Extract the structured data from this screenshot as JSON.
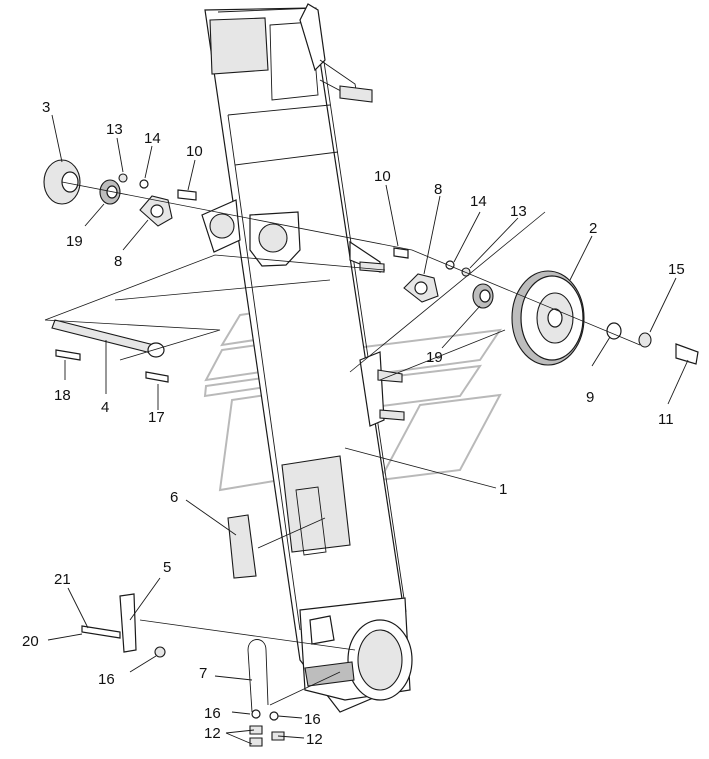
{
  "callouts": [
    {
      "key": "c3",
      "text": "3"
    },
    {
      "key": "c13a",
      "text": "13"
    },
    {
      "key": "c14a",
      "text": "14"
    },
    {
      "key": "c10a",
      "text": "10"
    },
    {
      "key": "c19a",
      "text": "19"
    },
    {
      "key": "c8a",
      "text": "8"
    },
    {
      "key": "c10b",
      "text": "10"
    },
    {
      "key": "c8b",
      "text": "8"
    },
    {
      "key": "c14b",
      "text": "14"
    },
    {
      "key": "c13b",
      "text": "13"
    },
    {
      "key": "c2",
      "text": "2"
    },
    {
      "key": "c15",
      "text": "15"
    },
    {
      "key": "c19b",
      "text": "19"
    },
    {
      "key": "c9",
      "text": "9"
    },
    {
      "key": "c11",
      "text": "11"
    },
    {
      "key": "c18",
      "text": "18"
    },
    {
      "key": "c4",
      "text": "4"
    },
    {
      "key": "c17",
      "text": "17"
    },
    {
      "key": "c1",
      "text": "1"
    },
    {
      "key": "c6",
      "text": "6"
    },
    {
      "key": "c21",
      "text": "21"
    },
    {
      "key": "c5",
      "text": "5"
    },
    {
      "key": "c20",
      "text": "20"
    },
    {
      "key": "c16a",
      "text": "16"
    },
    {
      "key": "c7",
      "text": "7"
    },
    {
      "key": "c16b",
      "text": "16"
    },
    {
      "key": "c16c",
      "text": "16"
    },
    {
      "key": "c12a",
      "text": "12"
    },
    {
      "key": "c12b",
      "text": "12"
    }
  ],
  "colors": {
    "line": "#1a1a1a",
    "watermark": "#b9b9b9",
    "shade": "#e6e6e6"
  }
}
